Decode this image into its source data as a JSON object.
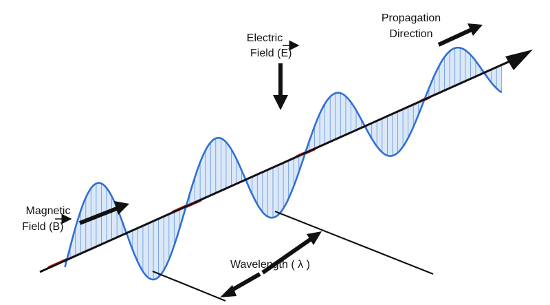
{
  "labels": {
    "propagation_line1": "Propagation",
    "propagation_line2": "Direction",
    "electric_line1": "Electric",
    "electric_line2": "Field (",
    "electric_symbol": "E",
    "electric_close": ")",
    "magnetic_line1": "Magnetic",
    "magnetic_line2": "Field (",
    "magnetic_symbol": "B",
    "magnetic_close": ")",
    "wavelength": "Wavelength ( λ )"
  },
  "colors": {
    "electric_wave": "#2f6fd6",
    "electric_fill": "#cfe0f5",
    "magnetic_wave": "#e02020",
    "magnetic_fill": "#f8cccc",
    "axis": "#111111"
  }
}
